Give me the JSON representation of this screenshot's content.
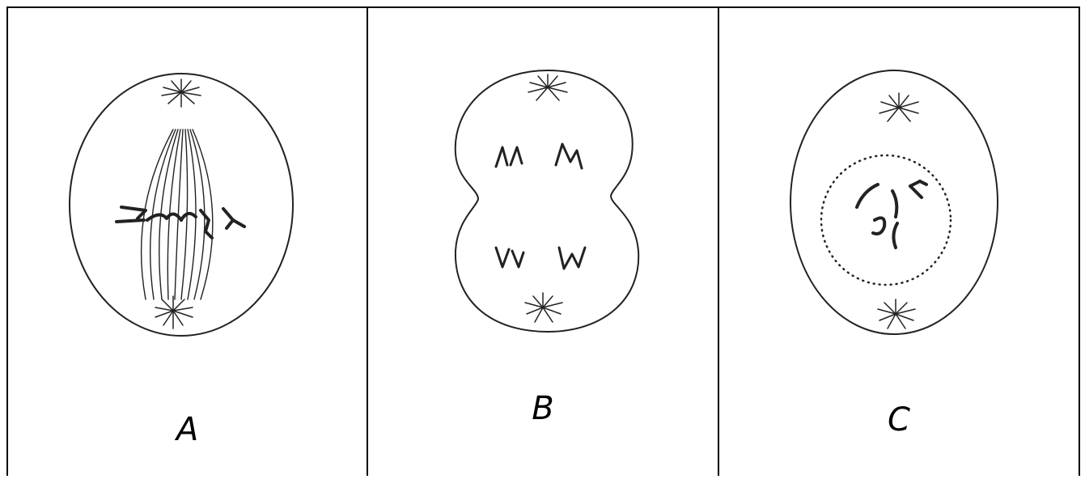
{
  "panels": [
    {
      "label": "A",
      "phase_icon": "metaphase-cell-icon"
    },
    {
      "label": "B",
      "phase_icon": "telophase-cell-icon"
    },
    {
      "label": "C",
      "phase_icon": "prophase-cell-icon"
    }
  ]
}
